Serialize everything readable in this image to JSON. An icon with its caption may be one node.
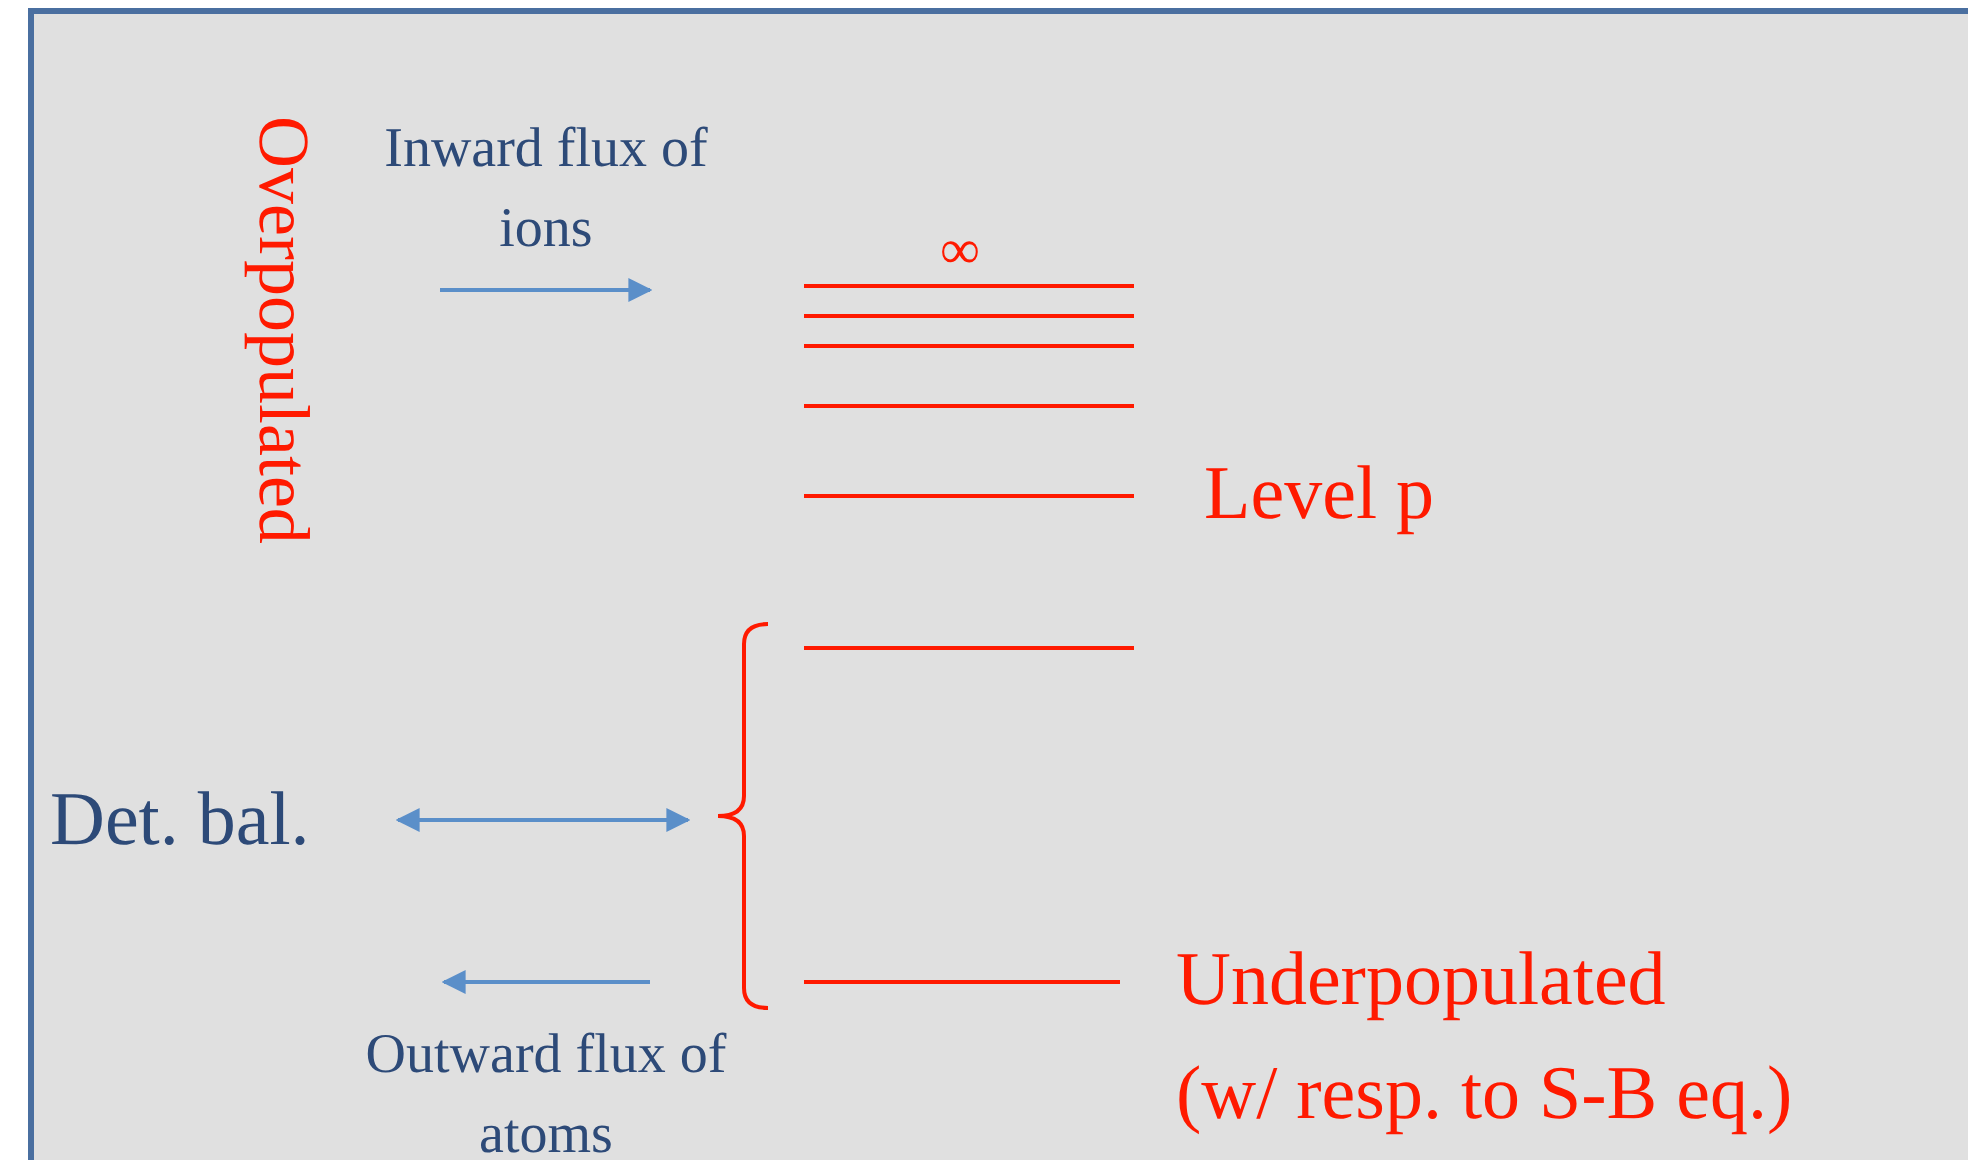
{
  "diagram": {
    "nodes": [
      {
        "text": [
          "Det. bal."
        ]
      },
      {
        "text": [],
        "shape": "bracket"
      }
    ],
    "edges": [
      {
        "from": 0,
        "to": 1,
        "arrow": "both"
      }
    ],
    "labels": [
      "Overpopulated",
      "Inward flux of ions",
      "∞",
      "Level p",
      "Underpopulated",
      "(w/ resp. to S-B eq.)",
      "Outward flux of atoms"
    ]
  }
}
